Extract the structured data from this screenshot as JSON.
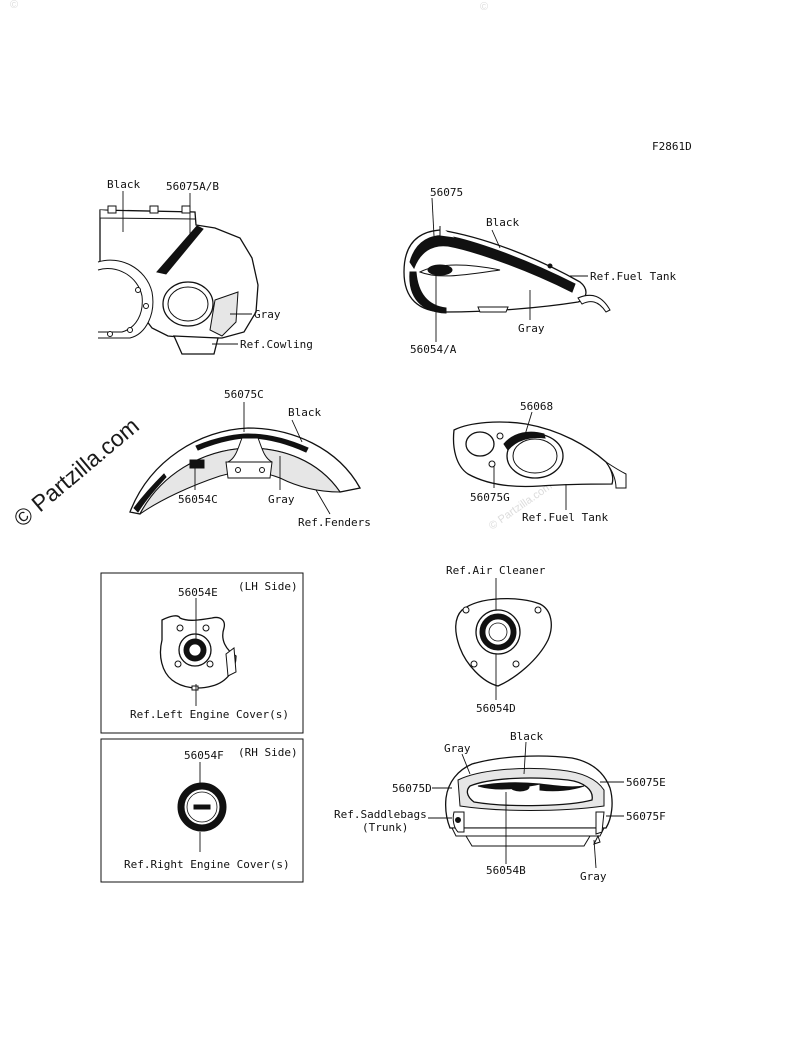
{
  "diagram": {
    "figure_code": "F2861D",
    "watermark": "© Partzilla.com",
    "cowling": {
      "labels": {
        "black": "Black",
        "part": "56075A/B",
        "gray": "Gray",
        "ref": "Ref.Cowling"
      }
    },
    "fuel_tank_top": {
      "labels": {
        "part": "56075",
        "black": "Black",
        "ref": "Ref.Fuel Tank",
        "gray": "Gray",
        "emblem": "56054/A"
      }
    },
    "fender": {
      "labels": {
        "part": "56075C",
        "black": "Black",
        "emblem": "56054C",
        "gray": "Gray",
        "ref": "Ref.Fenders"
      }
    },
    "fuel_tank_side": {
      "labels": {
        "part": "56068",
        "part2": "56075G",
        "ref": "Ref.Fuel Tank"
      }
    },
    "left_cover": {
      "side": "(LH Side)",
      "part": "56054E",
      "ref": "Ref.Left Engine Cover(s)"
    },
    "right_cover": {
      "side": "(RH Side)",
      "part": "56054F",
      "ref": "Ref.Right Engine Cover(s)"
    },
    "air_cleaner": {
      "ref": "Ref.Air Cleaner",
      "part": "56054D"
    },
    "trunk": {
      "labels": {
        "black": "Black",
        "gray_top": "Gray",
        "part_d": "56075D",
        "part_e": "56075E",
        "part_f": "56075F",
        "ref": "Ref.Saddlebags",
        "ref_sub": "(Trunk)",
        "emblem": "56054B",
        "gray_bottom": "Gray"
      }
    }
  }
}
